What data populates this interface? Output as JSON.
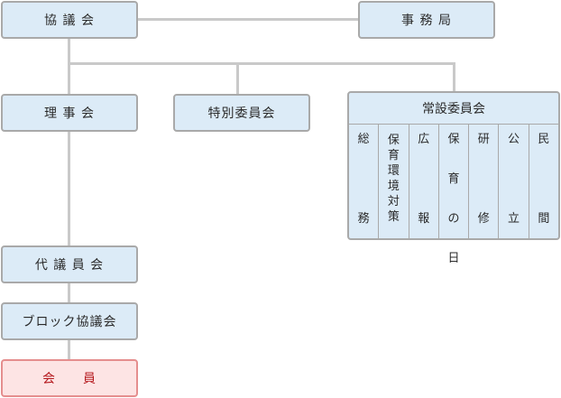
{
  "nodes": {
    "council": "協 議 会",
    "secretariat": "事 務 局",
    "board": "理 事 会",
    "special_committee": "特別委員会",
    "delegates": "代 議 員 会",
    "block_council": "ブロック協議会",
    "members": "会　　員"
  },
  "standing_committee": {
    "title": "常設委員会",
    "columns": [
      {
        "label": "総\n\n\n\n務"
      },
      {
        "label": "保\n育\n環\n境\n対\n策"
      },
      {
        "label": "広\n\n\n\n報"
      },
      {
        "label": "保\n\n育\n\nの\n\n日"
      },
      {
        "label": "研\n\n\n\n修"
      },
      {
        "label": "公\n\n\n\n立"
      },
      {
        "label": "民\n\n\n\n間"
      }
    ]
  },
  "colors": {
    "box_fill": "#dcebf7",
    "box_border": "#a9a9a9",
    "member_fill": "#fde4e4",
    "member_border": "#e58e8e",
    "member_text": "#b4161b",
    "connector": "#c9c9c9"
  }
}
